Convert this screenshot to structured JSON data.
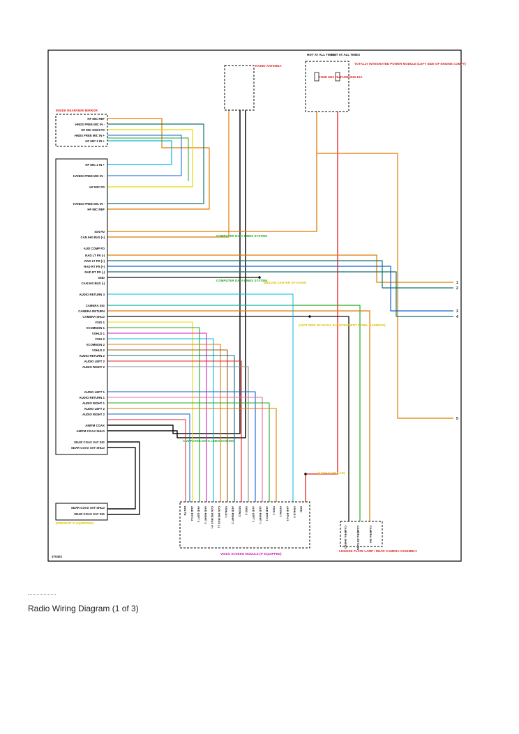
{
  "caption": "Radio Wiring Diagram (1 of 3)",
  "components": {
    "radio_antenna_label": "RADIO ANTENNA",
    "totally_integrated_power_module": "TOTALLY INTEGRATED POWER MODULE (LEFT SIDE OF ENGINE COMPT)",
    "inside_rearview_mirror": "INSIDE REARVIEW MIRROR",
    "video_screen_module": "VIDEO SCREEN MODULE (IF EQUIPPED)",
    "license_plate_lamp": "LICENSE PLATE LAMP / REAR CAMERA ASSEMBLY",
    "hot_at_all_times_1": "HOT AT ALL TIMES",
    "hot_at_all_times_2": "HOT AT ALL TIMES",
    "fuse_1": "FUSE M12 20A",
    "fuse_2": "FUSE M15 10A",
    "diagram_code": "370402"
  },
  "radio_pins": [
    "HF MIC 2 IN +",
    "HANDS FREE MIC IN -",
    "HF MIC FD",
    "HANDS FREE MIC IN -",
    "HF MIC REF",
    "IGN FD",
    "CAN IHS BUS (+)",
    "AUD COMP FD",
    "RAD LT FR (-)",
    "RAD LT FR (+)",
    "RAD RT FR (+)",
    "RAD RT FR (-)",
    "GND",
    "CAN IHS BUS (-)",
    "AUDIO RETURN 3",
    "CAMERA SIG",
    "CAMERA RETURN",
    "CAMERA SHLD",
    "VSIG 1",
    "VCOMMON 1",
    "VSHLD 1",
    "VSIG 2",
    "VCOMMON 2",
    "VSHLD 2",
    "AUDIO RETURN 2",
    "AUDIO LEFT 2",
    "AUDIO RIGHT 2",
    "AUDIO LEFT 1",
    "AUDIO RETURN 1",
    "AUDIO RIGHT 1",
    "AUDIO LEFT 2",
    "AUDIO RIGHT 2",
    "AM/FM COAX",
    "AM/FM COAX SHLD",
    "SDAR COAX SAT SIG",
    "SDAR COAX SAT SHLD"
  ],
  "mirror_pins": [
    "HF MIC REF",
    "HNDS FREE MIC IN -",
    "HF MIC HIGH FD",
    "HNDS FREE MIC IN +",
    "HF MIC 2 IN +"
  ],
  "video_pins": [
    "IGN FD",
    "AUD RTN 2",
    "AUD LEFT 2",
    "AUD RIGHT 2",
    "CAN IHS BUS (+)",
    "CAN IHS BUS (-)",
    "VSHLD 1",
    "AUD RIGHT 2",
    "VCOM 2",
    "VSIG 2",
    "AUD LEFT 1",
    "AUD RIGHT 1",
    "AUD RTN 1",
    "VSIG 1",
    "VCOM 1",
    "AUD RTN 3",
    "VSHLD 2",
    "GND"
  ],
  "sdar_pins": [
    "SDAR COAX SAT SHLD",
    "SDAR COAX SAT SIG"
  ],
  "camera_pins": [
    "CAMERA SHIELD",
    "CAMERA RETURN",
    "CAMERA SIG"
  ],
  "notes": [
    "(BELOW CENTER OF DASH)",
    "(LEFT SIDE OF DASH, IN INSTRUMENT PANEL HARNESS)",
    "(LEFT 'C' PILLAR)",
    "(PRESENT IF EQUIPPED)",
    "COMPUTER DATA LINES SYSTEM",
    "COMPUTER DATA LINES SYSTEM",
    "COMPUTER DATA LINES SYSTEM"
  ],
  "offpage_refs": [
    "1",
    "2",
    "3",
    "4",
    "5"
  ],
  "colors": {
    "black": "#111111",
    "green": "#22aa22",
    "orange": "#e07a00",
    "yellow": "#e8d800",
    "red": "#e02020",
    "blue": "#1060d0",
    "cyan": "#00b8e0",
    "magenta": "#d020c0",
    "teal": "#107070",
    "brown": "#a05a10",
    "pink": "#e070b0",
    "gray": "#8c8c8c"
  }
}
